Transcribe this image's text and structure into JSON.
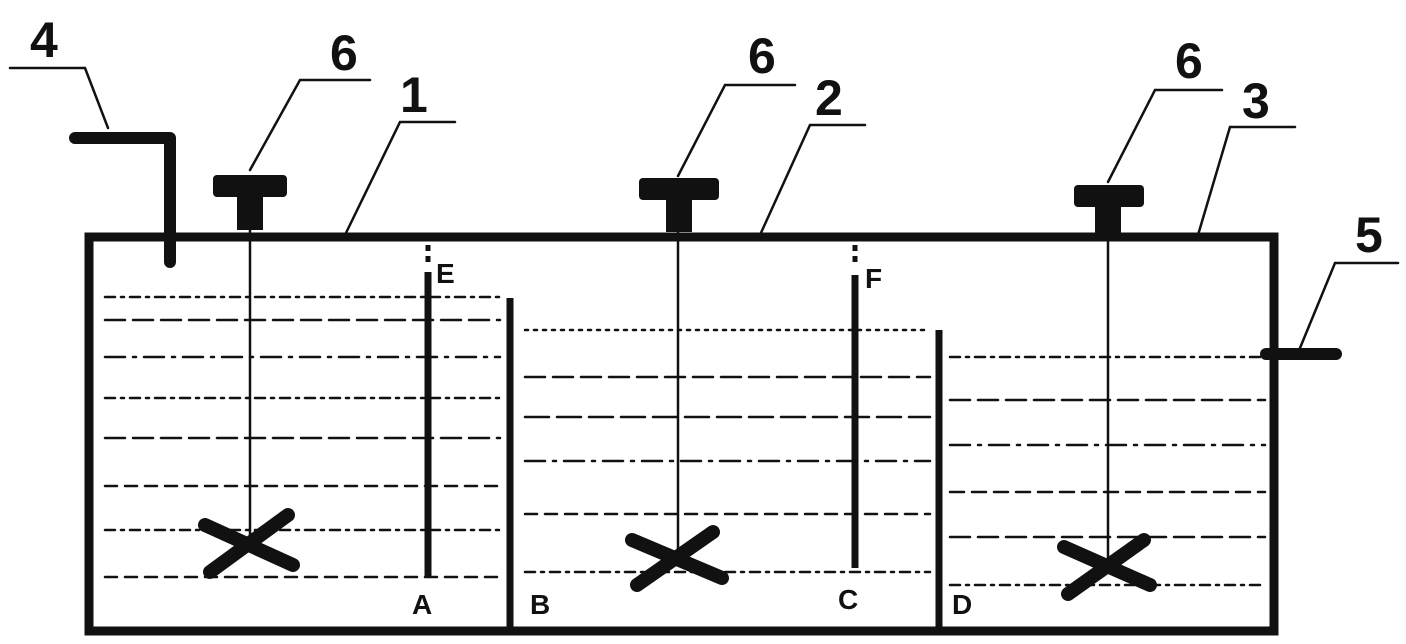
{
  "labels": {
    "n1": "1",
    "n2": "2",
    "n3": "3",
    "n4": "4",
    "n5": "5",
    "n6_left": "6",
    "n6_mid": "6",
    "n6_right": "6",
    "A": "A",
    "B": "B",
    "C": "C",
    "D": "D",
    "E": "E",
    "F": "F"
  },
  "colors": {
    "line": "#111111",
    "background": "#ffffff"
  }
}
